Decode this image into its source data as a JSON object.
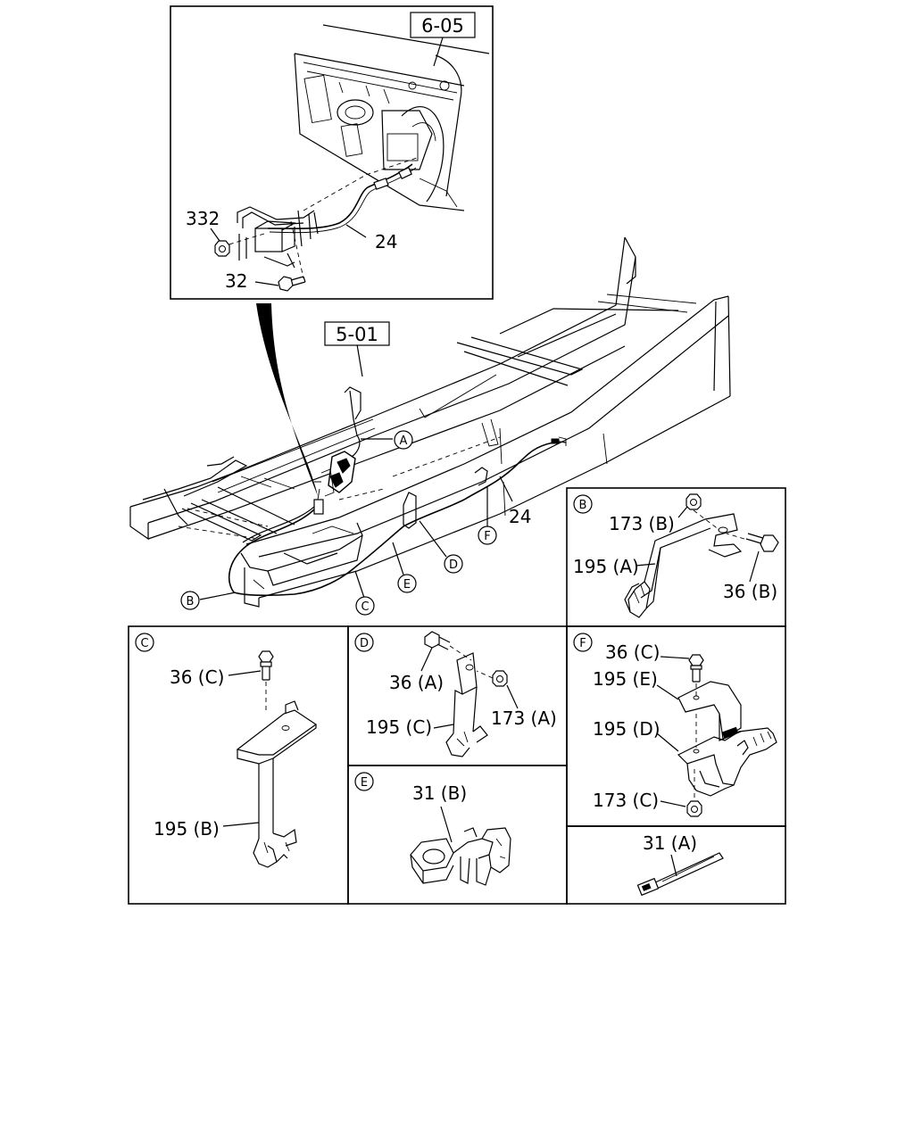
{
  "refs": {
    "inset_ref": "6-05",
    "frame_ref": "5-01"
  },
  "inset": {
    "nut_label": "332",
    "bolt_label": "32",
    "cable_label": "24"
  },
  "main": {
    "cable_label": "24",
    "callouts": {
      "a": "A",
      "b": "B",
      "c": "C",
      "d": "D",
      "e": "E",
      "f": "F"
    }
  },
  "panels": {
    "b": {
      "letter": "B",
      "nut": "173 (B)",
      "bracket": "195 (A)",
      "bolt": "36 (B)"
    },
    "c": {
      "letter": "C",
      "bolt": "36 (C)",
      "bracket": "195 (B)"
    },
    "d": {
      "letter": "D",
      "bolt": "36 (A)",
      "nut": "173 (A)",
      "bracket": "195 (C)"
    },
    "e": {
      "letter": "E",
      "clip": "31 (B)"
    },
    "f": {
      "letter": "F",
      "bolt": "36 (C)",
      "bracket_upper": "195 (E)",
      "bracket_lower": "195 (D)",
      "nut": "173 (C)"
    },
    "tie": {
      "part": "31 (A)"
    }
  }
}
